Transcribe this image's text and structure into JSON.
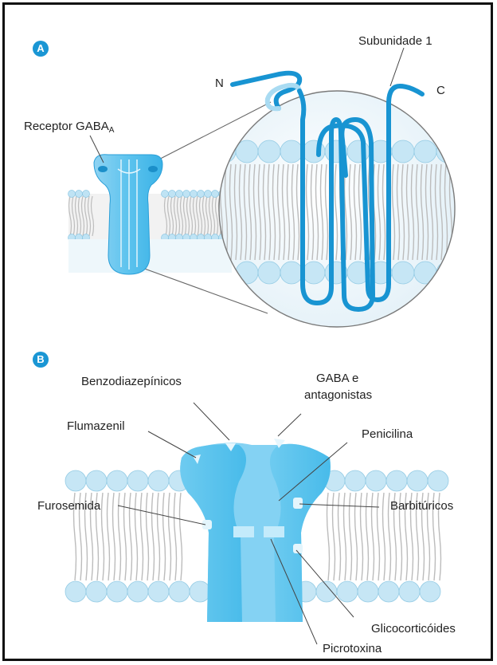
{
  "panel_a": {
    "badge": "A",
    "receptor_label": "Receptor GABA",
    "receptor_subscript": "A",
    "subunit_label": "Subunidade 1",
    "n_terminal": "N",
    "c_terminal": "C"
  },
  "panel_b": {
    "badge": "B",
    "labels": {
      "benzodiazepinicos": "Benzodiazepínicos",
      "gaba_line1": "GABA e",
      "gaba_line2": "antagonistas",
      "flumazenil": "Flumazenil",
      "penicilina": "Penicilina",
      "furosemida": "Furosemida",
      "barbituricos": "Barbitúricos",
      "glicocorticoides": "Glicocorticóides",
      "picrotoxina": "Picrotoxina"
    }
  },
  "colors": {
    "border": "#111111",
    "badge": "#1a96d4",
    "protein_light": "#9ed8f3",
    "protein_mid": "#55c0ec",
    "protein_strand": "#1894d2",
    "lipid_head": "#bfe3f4",
    "lipid_tail": "#c8c8c8",
    "leader_line": "#444444"
  }
}
